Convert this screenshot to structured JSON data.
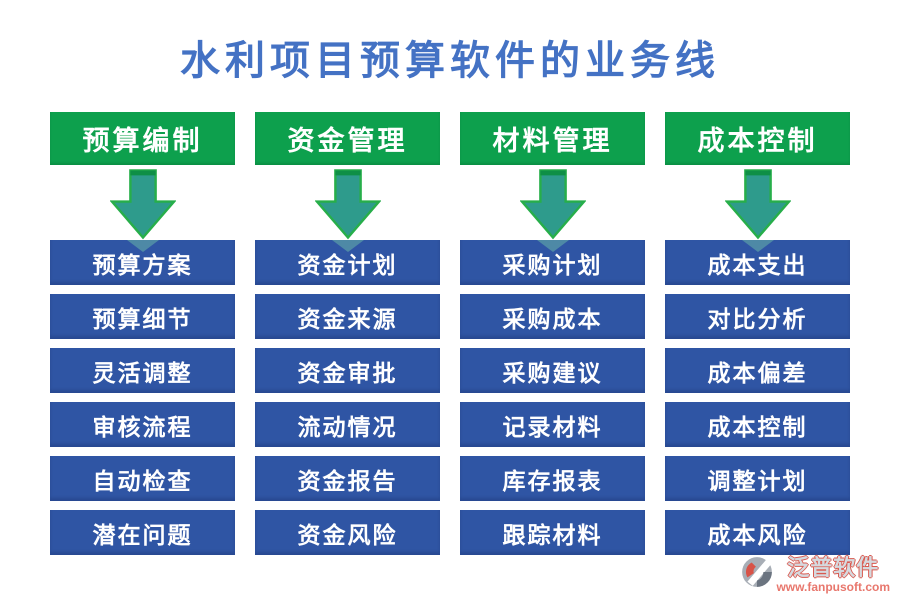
{
  "title": "水利项目预算软件的业务线",
  "colors": {
    "title_blue": "#4472C4",
    "header_green": "#0DA04D",
    "item_blue": "#2F55A4",
    "arrow_teal": "#2E9B8C",
    "arrow_outline_green": "#27AE4A",
    "logo_red": "#D95A50",
    "background": "#FFFFFF"
  },
  "columns": [
    {
      "header": "预算编制",
      "items": [
        "预算方案",
        "预算细节",
        "灵活调整",
        "审核流程",
        "自动检查",
        "潜在问题"
      ]
    },
    {
      "header": "资金管理",
      "items": [
        "资金计划",
        "资金来源",
        "资金审批",
        "流动情况",
        "资金报告",
        "资金风险"
      ]
    },
    {
      "header": "材料管理",
      "items": [
        "采购计划",
        "采购成本",
        "采购建议",
        "记录材料",
        "库存报表",
        "跟踪材料"
      ]
    },
    {
      "header": "成本控制",
      "items": [
        "成本支出",
        "对比分析",
        "成本偏差",
        "成本控制",
        "调整计划",
        "成本风险"
      ]
    }
  ],
  "watermark": {
    "brand": "泛普软件",
    "url": "www.fanpusoft.com"
  }
}
